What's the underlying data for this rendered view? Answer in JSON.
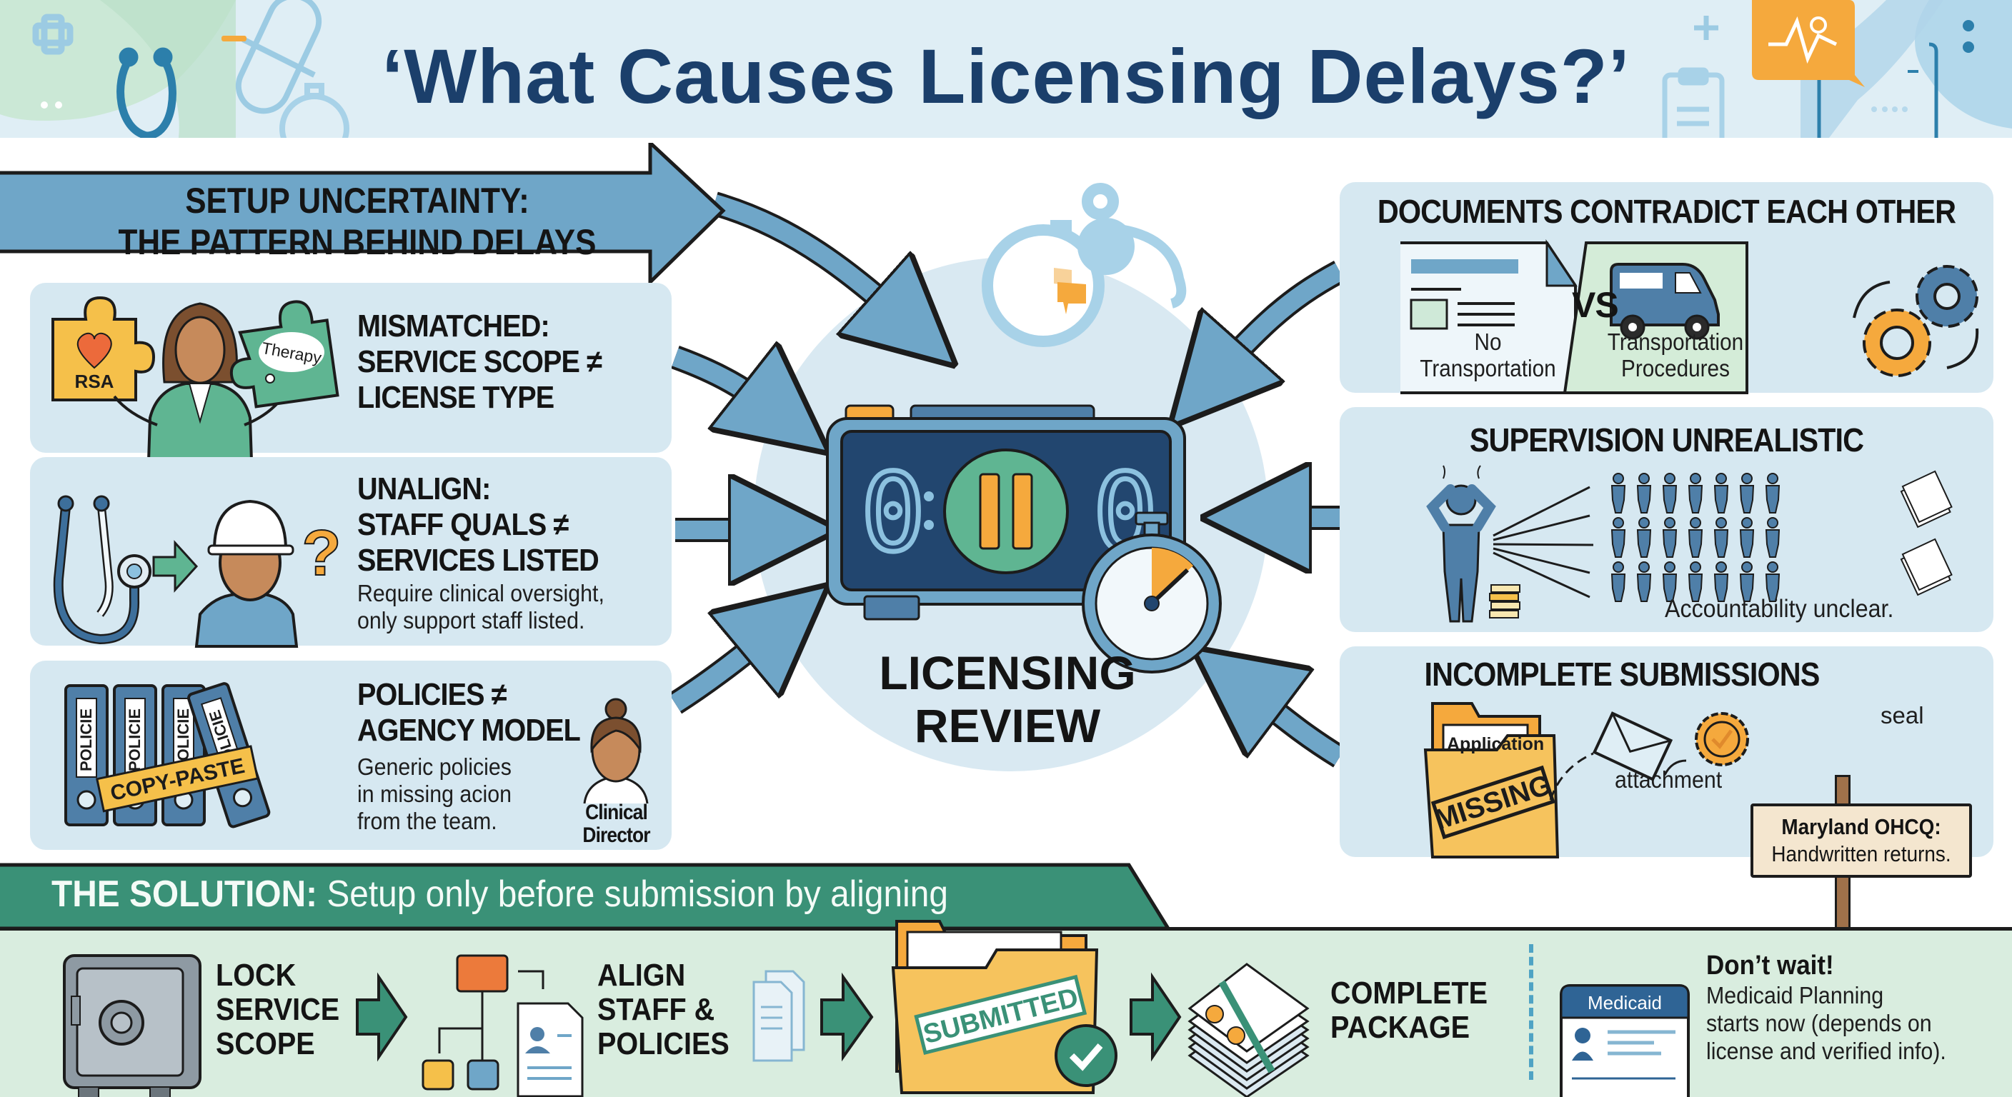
{
  "header": {
    "title": "‘What Causes Licensing Delays?’"
  },
  "colors": {
    "header_bg": "#dfeef5",
    "panel_bg": "#d6e8f1",
    "arrow_blue": "#6fa6c8",
    "title_navy": "#1b3f6b",
    "solution_green": "#3a9177",
    "bottom_band": "#d9eddf",
    "accent_orange": "#f5a93d",
    "clock_screen": "#22466f"
  },
  "setup_banner": {
    "line1": "SETUP UNCERTAINTY:",
    "line2": "THE PATTERN BEHIND DELAYS"
  },
  "left_panels": [
    {
      "title_lines": [
        "MISMATCHED:",
        "SERVICE SCOPE ≠",
        "LICENSE TYPE"
      ],
      "icon_labels": {
        "left_puzzle": "RSA",
        "right_puzzle": "Therapy"
      }
    },
    {
      "title_lines": [
        "UNALIGN:",
        "STAFF QUALS ≠",
        "SERVICES LISTED"
      ],
      "body_lines": [
        "Require clinical oversight,",
        "only support staff listed."
      ]
    },
    {
      "title_lines": [
        "POLICIES ≠",
        "AGENCY MODEL"
      ],
      "body_lines": [
        "Generic policies",
        "in missing acion",
        "from the team."
      ],
      "binder_label": "POLICIE",
      "stamp": "COPY-PASTE",
      "person_label_lines": [
        "Clinical",
        "Director"
      ]
    }
  ],
  "center": {
    "clock_digits": [
      "0",
      "0"
    ],
    "label_lines": [
      "LICENSING",
      "REVIEW"
    ]
  },
  "right_panels": [
    {
      "title": "DOCUMENTS CONTRADICT EACH OTHER",
      "left_doc_lines": [
        "No",
        "Transportation"
      ],
      "vs": "VS",
      "right_doc_lines": [
        "Transportation",
        "Procedures"
      ]
    },
    {
      "title": "SUPERVISION UNREALISTIC",
      "caption": "Accountability unclear."
    },
    {
      "title": "INCOMPLETE SUBMISSIONS",
      "folder_tab": "Application",
      "stamp": "MISSING",
      "attachment_label": "attachment",
      "seal_label": "seal",
      "sign_lines": [
        "Maryland OHCQ:",
        "Handwritten returns."
      ]
    }
  ],
  "solution": {
    "prefix": "THE SOLUTION:",
    "text": " Setup only before submission by aligning",
    "steps": [
      {
        "label_lines": [
          "LOCK",
          "SERVICE",
          "SCOPE"
        ]
      },
      {
        "label_lines": [
          "ALIGN",
          "STAFF &",
          "POLICIES"
        ]
      },
      {
        "stamp": "SUBMITTED"
      },
      {
        "label_lines": [
          "COMPLETE",
          "PACKAGE"
        ]
      }
    ],
    "callout": {
      "card_header": "Medicaid",
      "title": "Don’t wait!",
      "body_lines": [
        "Medicaid Planning",
        "starts now (depends on",
        "license and verified info)."
      ]
    }
  }
}
